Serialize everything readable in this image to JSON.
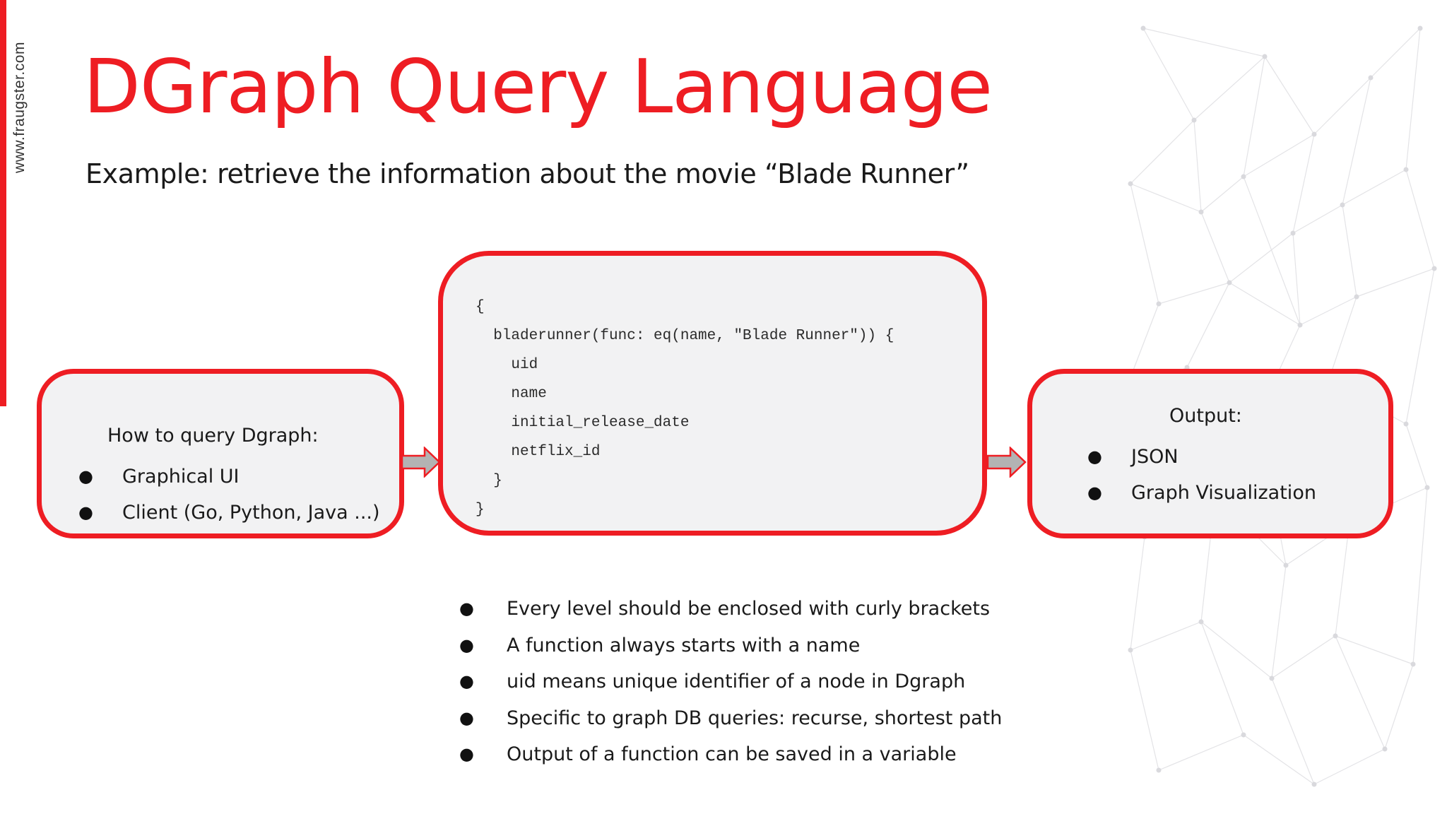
{
  "side_label": "www.fraugster.com",
  "title": "DGraph Query Language",
  "subtitle": "Example: retrieve the information about the movie “Blade Runner”",
  "left_box": {
    "heading": "How to query Dgraph:",
    "items": [
      "Graphical UI",
      "Client (Go, Python, Java ...)"
    ]
  },
  "code_box": {
    "code": "{\n  bladerunner(func: eq(name, \"Blade Runner\")) {\n    uid\n    name\n    initial_release_date\n    netflix_id\n  }\n}"
  },
  "right_box": {
    "heading": "Output:",
    "items": [
      "JSON",
      "Graph Visualization"
    ]
  },
  "bullet_glyph": "●",
  "notes": [
    "Every level should be enclosed with curly brackets",
    "A function always starts with a name",
    "uid means unique identifier of a node in Dgraph",
    "Specific to graph DB queries: recurse, shortest path",
    "Output of a function can be saved in a variable"
  ],
  "colors": {
    "accent": "#ee1d23",
    "box_fill": "#f2f2f3",
    "arrow_fill": "#b3b3b3",
    "text": "#1a1a1a"
  }
}
